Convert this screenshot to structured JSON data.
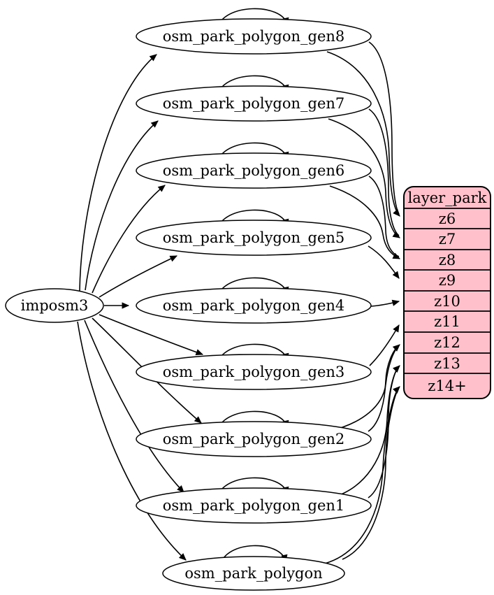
{
  "colors": {
    "background": "#ffffff",
    "node_fill": "#ffffff",
    "layer_table_fill": "#ffc0cb",
    "stroke": "#000000",
    "text": "#000000"
  },
  "graph": {
    "source": {
      "label": "imposm3"
    },
    "tables": [
      {
        "label": "osm_park_polygon_gen8",
        "zoom_row": "z6"
      },
      {
        "label": "osm_park_polygon_gen7",
        "zoom_row": "z7"
      },
      {
        "label": "osm_park_polygon_gen6",
        "zoom_row": "z8"
      },
      {
        "label": "osm_park_polygon_gen5",
        "zoom_row": "z9"
      },
      {
        "label": "osm_park_polygon_gen4",
        "zoom_row": "z10"
      },
      {
        "label": "osm_park_polygon_gen3",
        "zoom_row": "z11"
      },
      {
        "label": "osm_park_polygon_gen2",
        "zoom_row": "z12"
      },
      {
        "label": "osm_park_polygon_gen1",
        "zoom_row": "z13"
      },
      {
        "label": "osm_park_polygon",
        "zoom_row": "z14+"
      }
    ],
    "layer": {
      "title": "layer_park",
      "rows": [
        "z6",
        "z7",
        "z8",
        "z9",
        "z10",
        "z11",
        "z12",
        "z13",
        "z14+"
      ]
    },
    "edges": {
      "source_to_tables": [
        {
          "from": "imposm3",
          "to": "osm_park_polygon_gen8"
        },
        {
          "from": "imposm3",
          "to": "osm_park_polygon_gen7"
        },
        {
          "from": "imposm3",
          "to": "osm_park_polygon_gen6"
        },
        {
          "from": "imposm3",
          "to": "osm_park_polygon_gen5"
        },
        {
          "from": "imposm3",
          "to": "osm_park_polygon_gen4"
        },
        {
          "from": "imposm3",
          "to": "osm_park_polygon_gen3"
        },
        {
          "from": "imposm3",
          "to": "osm_park_polygon_gen2"
        },
        {
          "from": "imposm3",
          "to": "osm_park_polygon_gen1"
        },
        {
          "from": "imposm3",
          "to": "osm_park_polygon"
        }
      ],
      "self_loops": [
        "osm_park_polygon_gen8",
        "osm_park_polygon_gen7",
        "osm_park_polygon_gen6",
        "osm_park_polygon_gen5",
        "osm_park_polygon_gen4",
        "osm_park_polygon_gen3",
        "osm_park_polygon_gen2",
        "osm_park_polygon_gen1",
        "osm_park_polygon"
      ],
      "tables_to_layer": [
        {
          "from": "osm_park_polygon_gen8",
          "to": "z6"
        },
        {
          "from": "osm_park_polygon_gen7",
          "to": "z7"
        },
        {
          "from": "osm_park_polygon_gen6",
          "to": "z8"
        },
        {
          "from": "osm_park_polygon_gen5",
          "to": "z9"
        },
        {
          "from": "osm_park_polygon_gen4",
          "to": "z10"
        },
        {
          "from": "osm_park_polygon_gen3",
          "to": "z11"
        },
        {
          "from": "osm_park_polygon_gen2",
          "to": "z12"
        },
        {
          "from": "osm_park_polygon_gen1",
          "to": "z13"
        },
        {
          "from": "osm_park_polygon",
          "to": "z14+"
        }
      ]
    }
  }
}
